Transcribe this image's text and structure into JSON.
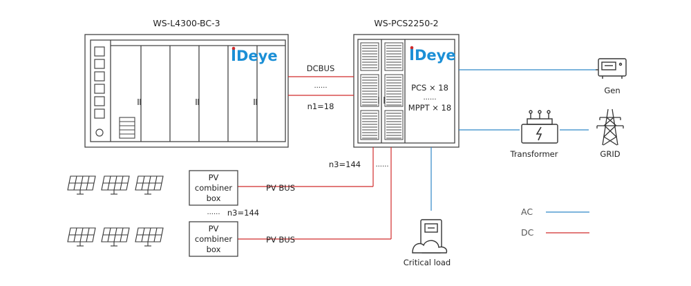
{
  "colors": {
    "ac": "#2f86c6",
    "dc": "#d12b2b",
    "line": "#444444",
    "panel": "#555555",
    "brand": "#1b8fd6",
    "brand_red": "#d12b2b"
  },
  "battery": {
    "title": "WS-L4300-BC-3",
    "logo": "Deye"
  },
  "pcs": {
    "title": "WS-PCS2250-2",
    "logo": "Deye",
    "line1": "PCS × 18",
    "dots": "......",
    "line2": "MPPT × 18"
  },
  "dcbus": {
    "label": "DCBUS",
    "dots": "......",
    "count": "n1=18"
  },
  "pv": {
    "count_top": "n3=144",
    "dots_top": "......",
    "count_mid": "n3=144",
    "dots_mid": "......",
    "combiner_top": [
      "PV",
      "combiner",
      "box"
    ],
    "combiner_bottom": [
      "PV",
      "combiner",
      "box"
    ],
    "bus_top": "PV BUS",
    "bus_bottom": "PV BUS"
  },
  "gen": {
    "label": "Gen",
    "icon": "generator-icon"
  },
  "transformer": {
    "label": "Transformer",
    "icon": "transformer-icon"
  },
  "grid": {
    "label": "GRID",
    "icon": "grid-tower-icon"
  },
  "critical_load": {
    "label": "Critical load",
    "icon": "critical-load-icon"
  },
  "legend": {
    "ac": "AC",
    "dc": "DC"
  }
}
